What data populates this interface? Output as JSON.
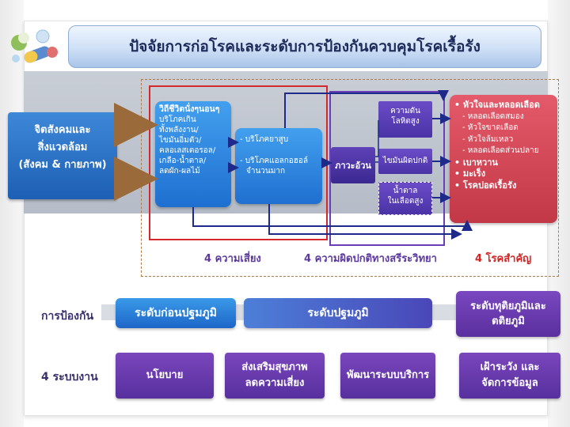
{
  "title": "ปัจจัยการก่อโรคและระดับการป้องกันควบคุมโรคเรื้อรัง",
  "social_factor": {
    "lines": [
      "จิตสังคมและ",
      "สิ่งแวดล้อม",
      "(สังคม & กายภาพ)"
    ]
  },
  "lifestyle": {
    "heading": "วิถีชีวิตนั่งๆนอนๆ",
    "lines": [
      "บริโภคเกิน",
      "ทั้งพลังงาน/",
      "ไขมันอิ่มตัว/",
      "คลอเลสเตอรอล/",
      "เกลือ-น้ำตาล/",
      "ลดผัก-ผลไม้"
    ]
  },
  "substance": {
    "smoking": "- บริโภคยาสูบ",
    "alcohol": "- บริโภคแอลกอฮอล์",
    "alcohol2": "จำนวนมาก"
  },
  "physio": {
    "main": "ภาวะอ้วน",
    "bp": "ความดัน\nโลหิตสูง",
    "lipid": "ไขมันผิดปกติ",
    "sugar": "น้ำตาล\nในเลือดสูง"
  },
  "diseases": {
    "items": [
      {
        "text": "• หัวใจและหลอดเลือด",
        "type": "main"
      },
      {
        "text": "- หลอดเลือดสมอง",
        "type": "sub"
      },
      {
        "text": "- หัวใจขาดเลือด",
        "type": "sub"
      },
      {
        "text": "- หัวใจล้มเหลว",
        "type": "sub"
      },
      {
        "text": "- หลอดเลือดส่วนปลาย",
        "type": "sub"
      },
      {
        "text": "• เบาหวาน",
        "type": "main"
      },
      {
        "text": "• มะเร็ง",
        "type": "main"
      },
      {
        "text": "• โรคปอดเรื้อรัง",
        "type": "main"
      }
    ]
  },
  "labels": {
    "risk": "4 ความเสี่ยง",
    "physio": "4 ความผิดปกติทางสรีระวิทยา",
    "disease": "4 โรคสำคัญ"
  },
  "prevention": {
    "row_label": "การป้องกัน",
    "pre_primary": "ระดับก่อนปฐมภูมิ",
    "primary": "ระดับปฐมภูมิ",
    "tertiary": "ระดับทุติยภูมิและ\nตติยภูมิ"
  },
  "systems": {
    "row_label": "4 ระบบงาน",
    "policy": "นโยบาย",
    "promotion": "ส่งเสริมสุขภาพ\nลดความเสี่ยง",
    "service": "พัฒนาระบบบริการ",
    "surveillance": "เฝ้าระวัง และ\nจัดการข้อมูล"
  },
  "colors": {
    "blue_box": "#1f6fd0",
    "purple_box": "#4a33a6",
    "red_box": "#c23846",
    "arrow_brown": "#9a6a3a",
    "arrow_navy": "#1e2a8a"
  }
}
